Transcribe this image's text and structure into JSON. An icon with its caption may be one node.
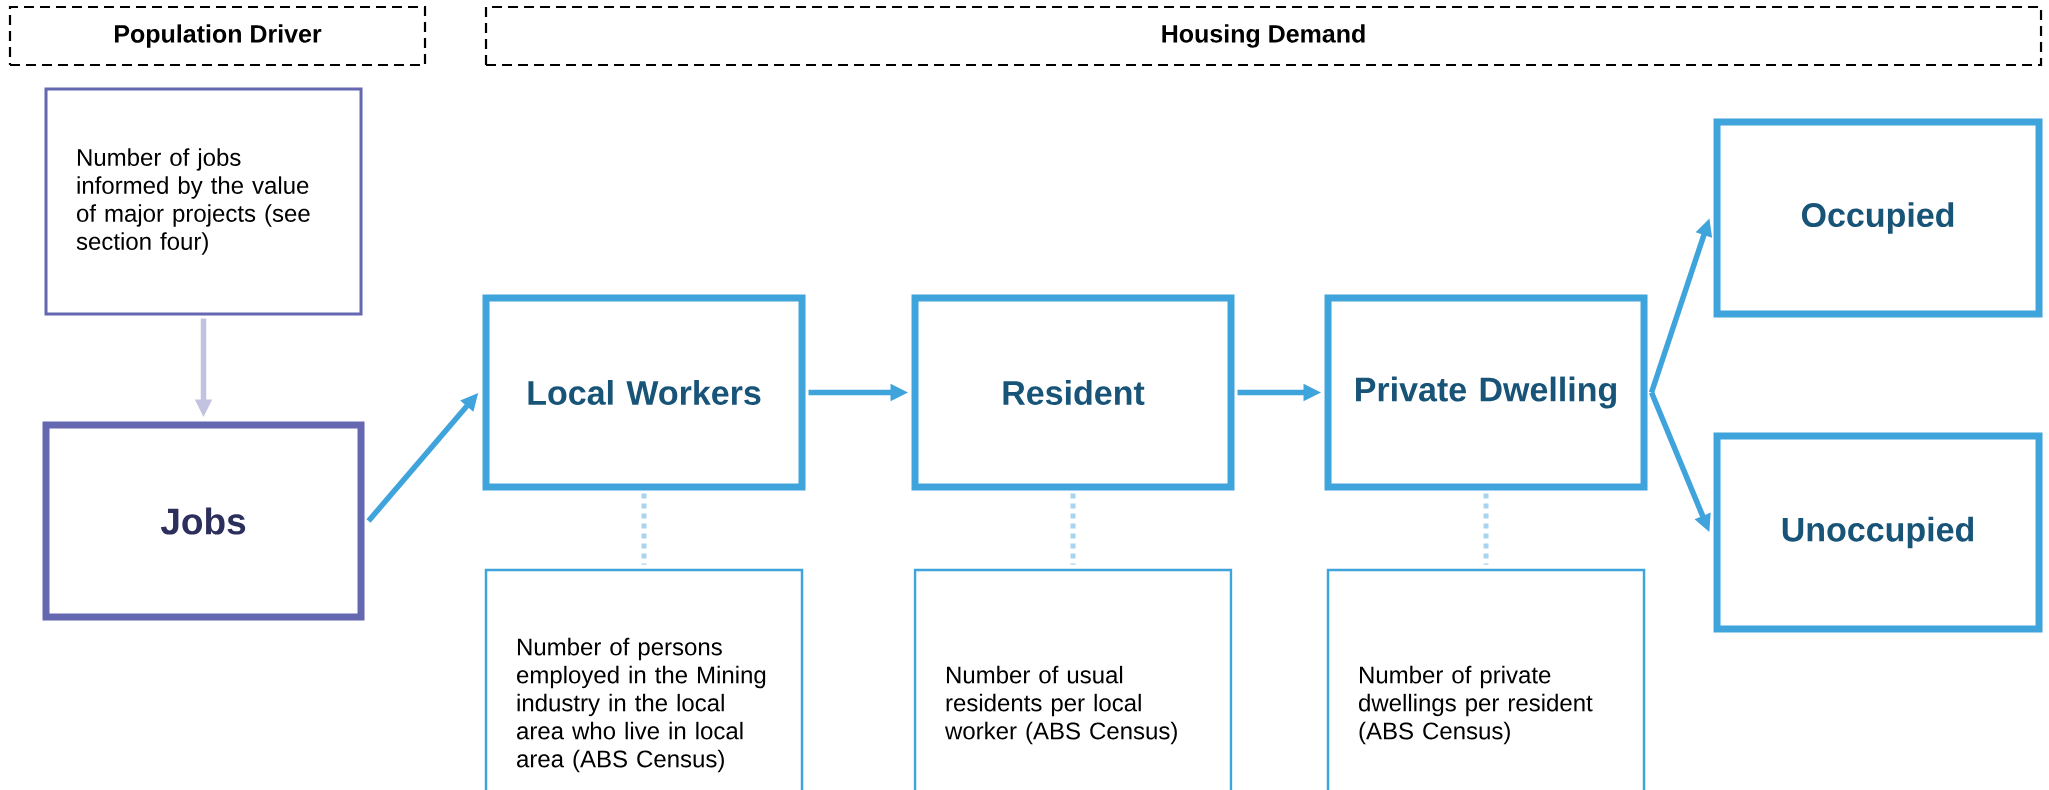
{
  "diagram": {
    "nodes": [
      {
        "text": [
          "Population Driver"
        ]
      },
      {
        "text": [
          "Housing Demand"
        ]
      },
      {
        "text": [
          "Number of jobs informed by the value of major projects (see section four)"
        ]
      },
      {
        "text": [
          "Jobs"
        ]
      },
      {
        "text": [
          "Local Workers"
        ]
      },
      {
        "text": [
          "Resident"
        ]
      },
      {
        "text": [
          "Private Dwelling"
        ]
      },
      {
        "text": [
          "Occupied"
        ]
      },
      {
        "text": [
          "Unoccupied"
        ]
      },
      {
        "text": [
          "Number of persons employed in the Mining industry in the local area who live in local area (ABS Census)"
        ]
      },
      {
        "text": [
          "Number of usual residents per local worker (ABS Census)"
        ]
      },
      {
        "text": [
          "Number of private dwellings per resident (ABS Census)"
        ]
      }
    ],
    "edges": [
      {
        "from": 2,
        "to": 3,
        "arrow": "to",
        "color": "#c3c3e1"
      },
      {
        "from": 3,
        "to": 4,
        "arrow": "to"
      },
      {
        "from": 4,
        "to": 5,
        "arrow": "to"
      },
      {
        "from": 5,
        "to": 6,
        "arrow": "to"
      },
      {
        "from": 6,
        "to": 7,
        "arrow": "to"
      },
      {
        "from": 6,
        "to": 8,
        "arrow": "to"
      },
      {
        "from": 4,
        "to": 9,
        "arrow": "none",
        "style": "dashed",
        "color": "#a8d4f0"
      },
      {
        "from": 5,
        "to": 10,
        "arrow": "none",
        "style": "dashed",
        "color": "#a8d4f0"
      },
      {
        "from": 6,
        "to": 11,
        "arrow": "none",
        "style": "dashed",
        "color": "#a8d4f0"
      }
    ]
  }
}
